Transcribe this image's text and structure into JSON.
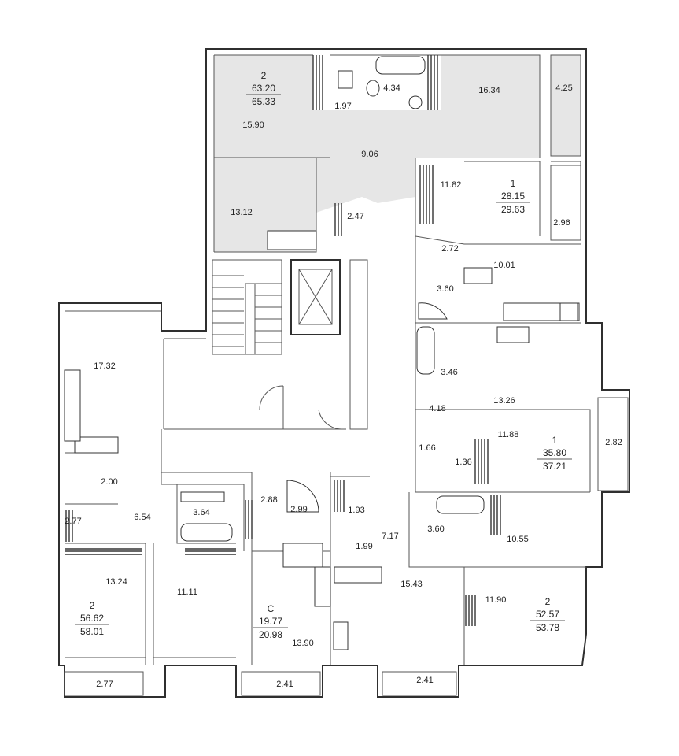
{
  "floor_plan": {
    "apartments": [
      {
        "id": "apt-2-top",
        "rooms": "2",
        "living_area": "63.20",
        "total_area": "65.33"
      },
      {
        "id": "apt-1-a",
        "rooms": "1",
        "living_area": "28.15",
        "total_area": "29.63"
      },
      {
        "id": "apt-1-b",
        "rooms": "1",
        "living_area": "35.80",
        "total_area": "37.21"
      },
      {
        "id": "apt-2-bl",
        "rooms": "2",
        "living_area": "56.62",
        "total_area": "58.01"
      },
      {
        "id": "apt-studio",
        "rooms": "С",
        "living_area": "19.77",
        "total_area": "20.98"
      },
      {
        "id": "apt-2-br",
        "rooms": "2",
        "living_area": "52.57",
        "total_area": "53.78"
      }
    ],
    "room_areas": [
      "15.90",
      "1.97",
      "4.34",
      "16.34",
      "4.25",
      "9.06",
      "13.12",
      "2.47",
      "11.82",
      "2.96",
      "2.72",
      "10.01",
      "3.60",
      "3.46",
      "13.26",
      "4.18",
      "11.88",
      "1.66",
      "1.36",
      "2.82",
      "17.32",
      "2.00",
      "2.77",
      "6.54",
      "3.64",
      "2.88",
      "2.99",
      "1.93",
      "7.17",
      "1.99",
      "3.60",
      "10.55",
      "15.43",
      "13.24",
      "11.11",
      "13.90",
      "11.90",
      "2.77",
      "2.41",
      "2.41"
    ]
  }
}
